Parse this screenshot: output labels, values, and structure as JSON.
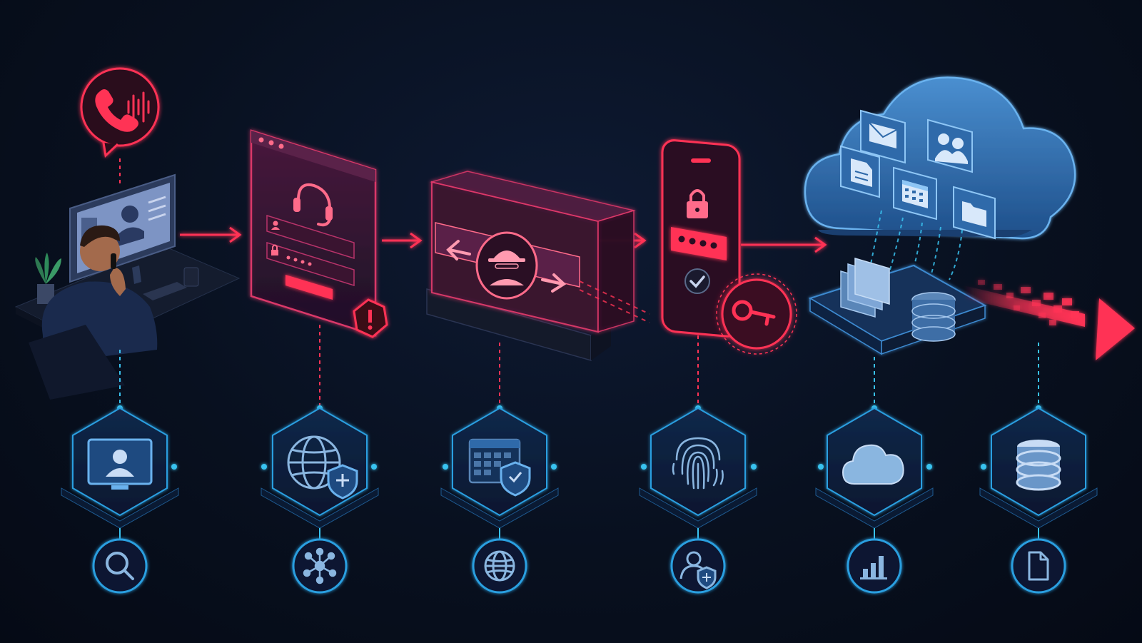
{
  "colors": {
    "background": "#070d1c",
    "threat_red": "#ff3355",
    "threat_pink": "#e0396b",
    "defense_blue": "#2a9fe0",
    "cloud_blue": "#3a78b8",
    "node_cyan": "#39c3f0"
  },
  "attack_stages": [
    {
      "name": "vishing-call",
      "icons": [
        "phone-icon",
        "soundwave-icon",
        "person-on-call-icon",
        "workstation-icon"
      ]
    },
    {
      "name": "fake-helpdesk-login",
      "icons": [
        "headset-icon",
        "user-field-icon",
        "lock-icon",
        "warning-icon"
      ]
    },
    {
      "name": "proxy-interception",
      "icons": [
        "arrow-left-icon",
        "hacker-icon",
        "arrow-right-icon"
      ]
    },
    {
      "name": "mfa-capture",
      "icons": [
        "lock-icon",
        "password-dots-icon",
        "check-icon",
        "key-icon"
      ]
    },
    {
      "name": "cloud-data-access",
      "icons": [
        "mail-icon",
        "users-icon",
        "document-icon",
        "calendar-icon",
        "folder-icon",
        "database-icon"
      ]
    }
  ],
  "defense_nodes": [
    {
      "icon": "monitor-user-icon",
      "sub_icon": "search-icon"
    },
    {
      "icon": "globe-shield-icon",
      "sub_icon": "network-icon"
    },
    {
      "icon": "calendar-shield-icon",
      "sub_icon": "globe-icon"
    },
    {
      "icon": "fingerprint-icon",
      "sub_icon": "user-shield-icon"
    },
    {
      "icon": "cloud-icon",
      "sub_icon": "bar-chart-icon"
    },
    {
      "icon": "database-icon",
      "sub_icon": "file-icon"
    }
  ]
}
